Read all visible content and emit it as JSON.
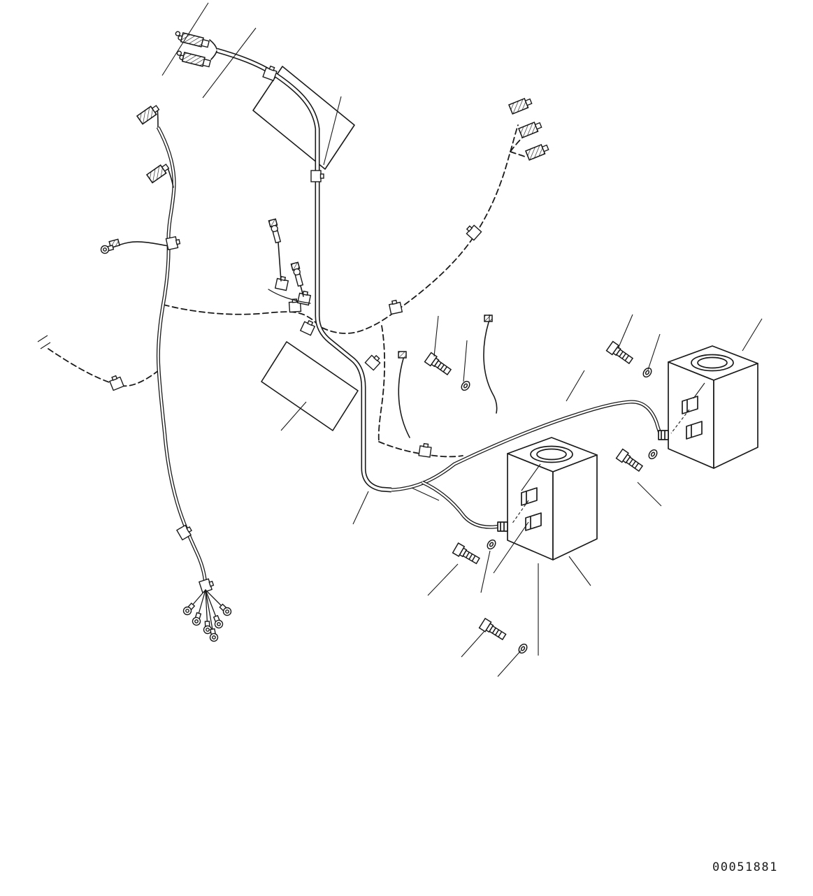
{
  "figure": {
    "part_number": "00051881"
  },
  "colors": {
    "line_color": "#1a1a1a",
    "background": "#ffffff"
  },
  "components": {
    "washer_tank_count": 2,
    "bolt_count": 5,
    "washer_count": 5
  }
}
